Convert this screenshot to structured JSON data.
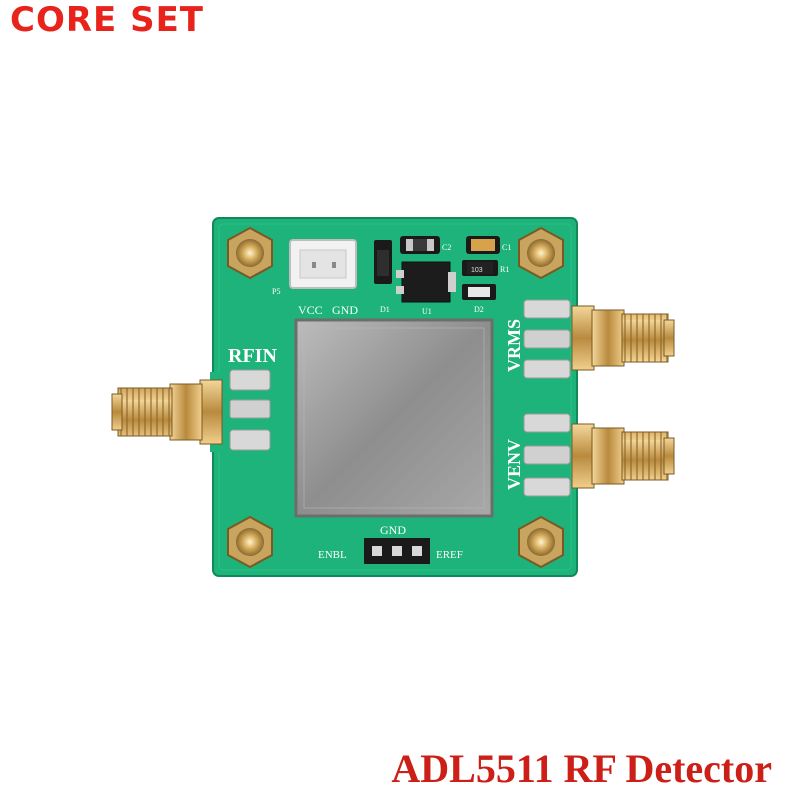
{
  "brand": {
    "text": "CORE SET",
    "color": "#e8231c"
  },
  "caption": {
    "text": "ADL5511 RF Detector",
    "color": "#cc1f17"
  },
  "board": {
    "pcb_color": "#1db37a",
    "labels": {
      "rfin": "RFIN",
      "vrms": "VRMS",
      "venv": "VENV",
      "vcc": "VCC",
      "gnd_top": "GND",
      "gnd_bottom": "GND",
      "enbl": "ENBL",
      "eref": "EREF",
      "p5": "P5",
      "d1": "D1",
      "d2": "D2",
      "u1": "U1",
      "c1": "C1",
      "c2": "C2",
      "r1": "R1",
      "r1_marking": "103"
    }
  }
}
